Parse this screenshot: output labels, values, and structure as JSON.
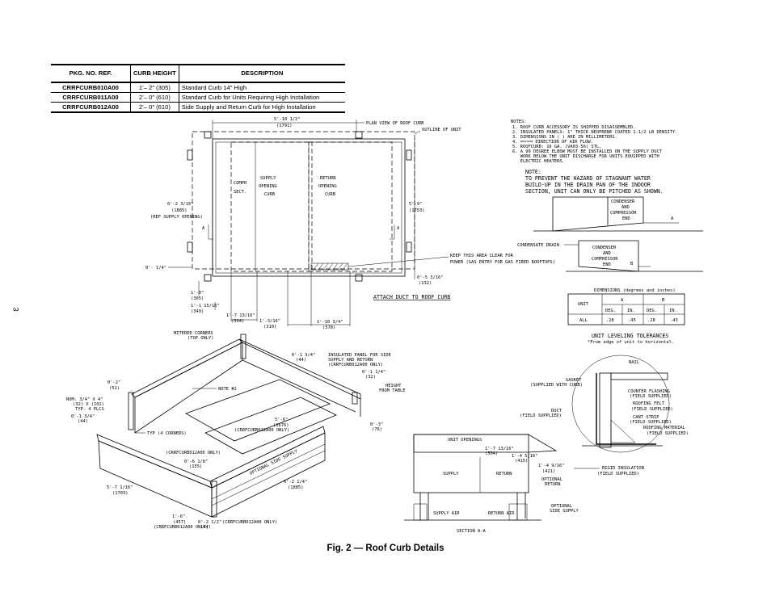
{
  "page_number": "3",
  "table": {
    "headers": [
      "PKG. NO. REF.",
      "CURB HEIGHT",
      "DESCRIPTION"
    ],
    "rows": [
      {
        "ref": "CRRFCURB010A00",
        "height": "1’– 2″ (305)",
        "description": "Standard Curb 14″ High"
      },
      {
        "ref": "CRRFCURB011A00",
        "height": "2’– 0″ (610)",
        "description": "Standard Curb for Units Requiring High Installation"
      },
      {
        "ref": "CRRFCURB012A00",
        "height": "2’– 0″ (610)",
        "description": "Side Supply and Return Curb for High Installation"
      }
    ]
  },
  "plan": {
    "top_dim": "5'-10 1/2\"",
    "top_dim_mm": "(1791)",
    "plan_label": "PLAN VIEW OF ROOF CURB",
    "outline_label": "OUTLINE OF UNIT",
    "compr_l1": "COMPR",
    "compr_l2": "SECT.",
    "supply_l1": "SUPPLY",
    "supply_l2": "OPENING",
    "supply_l3": "CURB",
    "return_l1": "RETURN",
    "return_l2": "OPENING",
    "return_l3": "CURB",
    "left_dim": "6'-2 3/16\"",
    "left_dim_mm": "(1885)",
    "left_ref": "(REF SUPPLY OPENING)",
    "right_dim": "5'-9\"",
    "right_dim_mm": "(1753)",
    "section_a": "A",
    "keep_clear_l1": "KEEP THIS AREA CLEAR FOR",
    "keep_clear_l2": "POWER (GAS ENTRY FOR GAS FIRED ROOFTOPS)",
    "dim_0_1_4": "0'- 1/4\"",
    "dim_0_5_3_16": "0'-5 3/16\"",
    "dim_0_5_3_16_mm": "(132)",
    "dim_1_0": "1'-0\"",
    "dim_1_0_mm": "(305)",
    "dim_1_1_15_16": "1'-1 15/16\"",
    "dim_1_1_15_16_mm": "(349)",
    "dim_1_7_13_16": "1'-7 13/16\"",
    "dim_1_7_13_16_mm": "(504)",
    "dim_1_3_16": "1'-3/16\"",
    "dim_1_3_16_mm": "(310)",
    "dim_1_10_3_4": "1'-10 3/4\"",
    "dim_1_10_3_4_mm": "(578)",
    "attach_duct": "ATTACH DUCT TO ROOF CURB"
  },
  "notes": {
    "title": "NOTES:",
    "items": [
      "1. ROOF CURB ACCESSORY IS SHIPPED DISASSEMBLED.",
      "2. INSULATED PANELS:  1\" THICK NEOPRENE COATED 1-1/2 LB DENSITY.",
      "3. DIMENSIONS IN ( ) ARE IN MILLIMETERS.",
      "4. ⟸⟹ DIRECTION OF AIR FLOW.",
      "5. ROOFCURB:  16 GA. (VA03-56) STL.",
      "6. A 90 DEGREE ELBOW MUST BE INSTALLED ON THE SUPPLY DUCT",
      "   WORK BELOW THE UNIT DISCHARGE FOR UNITS EQUIPPED WITH",
      "   ELECTRIC HEATERS."
    ],
    "note2_title": "NOTE:",
    "note2_lines": [
      "TO PREVENT THE HAZARD OF STAGNANT WATER",
      "BUILD-UP IN THE DRAIN PAN OF THE INDOOR",
      "SECTION, UNIT CAN ONLY BE PITCHED AS SHOWN."
    ],
    "cond_l1": "CONDENSER",
    "cond_l2": "AND",
    "cond_l3": "COMPRESSOR",
    "cond_l4": "END",
    "condensate_drain": "CONDENSATE DRAIN",
    "label_a": "A",
    "label_b": "B"
  },
  "tolerance": {
    "title": "DIMENSIONS (degrees and inches)",
    "unit": "UNIT",
    "col_a": "A",
    "col_b": "B",
    "deg": "DEG.",
    "in": "IN.",
    "row": [
      "ALL",
      ".28",
      ".45",
      ".28",
      ".43"
    ],
    "caption": "UNIT LEVELING TOLERANCES",
    "sub": "*From edge of unit to horizontal."
  },
  "iso": {
    "mitered_l1": "MITERED CORNERS",
    "mitered_l2": "(TOP ONLY)",
    "dim_0_1_3_4": "0'-1 3/4\"",
    "dim_0_1_3_4_mm": "(44)",
    "insulated_l1": "INSULATED PANEL FOR SIDE",
    "insulated_l2": "SUPPLY AND RETURN",
    "insulated_l3": "(CRRFCURB012A00 ONLY)",
    "dim_0_1_1_4": "0'-1 1/4\"",
    "dim_0_1_1_4_mm": "(32)",
    "height_l1": "HEIGHT",
    "height_l2": "FROM TABLE",
    "dim_0_2": "0'-2\"",
    "dim_0_2_mm": "(51)",
    "note2": "NOTE #2",
    "nom_l1": "NOM. 3/4\" X 4\"",
    "nom_l2": "(32) X (102)",
    "nom_l3": "TYP. 4 PLCS",
    "dim_0_1_3_4b": "0'-1 3/4\"",
    "dim_0_1_3_4b_mm": "(44)",
    "typ_corners": "TYP (4 CORNERS)",
    "dim_5_6": "5'-6\"",
    "dim_5_6_mm": "(1676)",
    "crrf_only": "(CRRFCURB012A00 ONLY)",
    "dim_0_3": "0'-3\"",
    "dim_0_3_mm": "(76)",
    "crrf_only2": "(CRRFCURB012A00 ONLY)",
    "dim_0_6_1_8": "0'-6 1/8\"",
    "dim_0_6_1_8_mm": "(155)",
    "optional_side": "OPTIONAL SIDE SUPPLY",
    "dim_6_2_1_4": "6'-2 1/4\"",
    "dim_6_2_1_4_mm": "(1885)",
    "dim_5_7_1_16": "5'-7 1/16\"",
    "dim_5_7_1_16_mm": "(1703)",
    "dim_1_6": "1'-6\"",
    "dim_1_6_mm": "(457)",
    "crrf_only3": "(CRRFCURB012A00 ONLY)",
    "dim_0_2_1_2": "0'-2 1/2\"",
    "dim_0_2_1_2_mm": "(64)",
    "crrf_only4": "(CRRFCURB012A00 ONLY)"
  },
  "section": {
    "unit_openings": "UNIT OPENINGS",
    "dim_1_7_13_16": "1'-7 13/16\"",
    "dim_1_7_13_16_mm": "(504)",
    "dim_1_4_5_16": "1'-4 5/16\"",
    "dim_1_4_5_16_mm": "(415)",
    "supply": "SUPPLY",
    "return": "RETURN",
    "dim_1_4_9_16": "1'-4 9/16\"",
    "dim_1_4_9_16_mm": "(421)",
    "opt_return_l1": "OPTIONAL",
    "opt_return_l2": "RETURN",
    "opt_side_l1": "OPTIONAL",
    "opt_side_l2": "SIDE SUPPLY",
    "supply_air": "SUPPLY AIR",
    "return_air": "RETURN AIR",
    "title": "SECTION A-A"
  },
  "detail": {
    "nail": "NAIL",
    "gasket_l1": "GASKET",
    "gasket_l2": "(SUPPLIED WITH CURB)",
    "counter_l1": "COUNTER FLASHING",
    "counter_l2": "(FIELD SUPPLIED)",
    "felt_l1": "ROOFING FELT",
    "felt_l2": "(FIELD SUPPLIED)",
    "duct_l1": "DUCT",
    "duct_l2": "(FIELD SUPPLIED)",
    "cant_l1": "CANT STRIP",
    "cant_l2": "(FIELD SUPPLIED)",
    "roofing_l1": "ROOFING MATERIAL",
    "roofing_l2": "(FIELD SUPPLIED)",
    "rigid_l1": "RIGID INSULATION",
    "rigid_l2": "(FIELD SUPPLIED)"
  },
  "caption": "Fig. 2 — Roof Curb Details"
}
